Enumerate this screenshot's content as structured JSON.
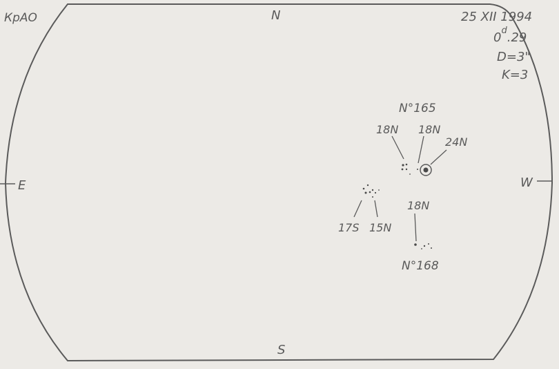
{
  "observatory": "КрАО",
  "date": "25 XII 1994",
  "time_day": "0",
  "time_fraction": ".29",
  "time_sup": "d",
  "diameter": "D=3\"",
  "k_value": "K=3",
  "directions": {
    "north": "N",
    "south": "S",
    "east": "E",
    "west": "W"
  },
  "groups": {
    "g165": {
      "label": "N°165"
    },
    "g168": {
      "label": "N°168"
    }
  },
  "spot_labels": {
    "s1": "18N",
    "s2": "18N",
    "s3": "24N",
    "s4": "17S",
    "s5": "15N",
    "s6": "18N"
  },
  "colors": {
    "paper": "#eceae6",
    "ink": "#5a5a5a"
  }
}
